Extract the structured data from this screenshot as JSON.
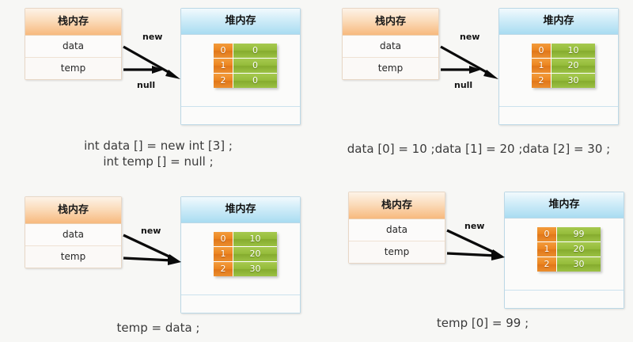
{
  "background_color": "#f7f7f5",
  "labels": {
    "stack_title": "栈内存",
    "heap_title": "堆内存",
    "var_data": "data",
    "var_temp": "temp",
    "arrow_new": "new",
    "arrow_null": "null"
  },
  "colors": {
    "stack_header": "#f7b97e",
    "heap_header": "#a9dcf1",
    "index_cell": "#ec8520",
    "value_cell": "#95bc3a",
    "arrow": "#0a0a0a"
  },
  "panels": [
    {
      "id": "panel-1",
      "stack": {
        "title": "栈内存",
        "rows": [
          {
            "name": "data"
          },
          {
            "name": "temp"
          }
        ]
      },
      "heap": {
        "title": "堆内存",
        "array": [
          {
            "index": "0",
            "value": "0"
          },
          {
            "index": "1",
            "value": "0"
          },
          {
            "index": "2",
            "value": "0"
          }
        ]
      },
      "arrows": [
        {
          "label": "new",
          "from": "data"
        },
        {
          "label": "null",
          "from": "temp"
        }
      ],
      "caption_lines": [
        "int data [] = new int [3] ;",
        "int temp [] = null ;"
      ]
    },
    {
      "id": "panel-2",
      "stack": {
        "title": "栈内存",
        "rows": [
          {
            "name": "data"
          },
          {
            "name": "temp"
          }
        ]
      },
      "heap": {
        "title": "堆内存",
        "array": [
          {
            "index": "0",
            "value": "10"
          },
          {
            "index": "1",
            "value": "20"
          },
          {
            "index": "2",
            "value": "30"
          }
        ]
      },
      "arrows": [
        {
          "label": "new",
          "from": "data"
        },
        {
          "label": "null",
          "from": "temp"
        }
      ],
      "caption_lines": [
        "data [0] = 10 ;data [1] = 20 ;data [2] = 30 ;"
      ]
    },
    {
      "id": "panel-3",
      "stack": {
        "title": "栈内存",
        "rows": [
          {
            "name": "data"
          },
          {
            "name": "temp"
          }
        ]
      },
      "heap": {
        "title": "堆内存",
        "array": [
          {
            "index": "0",
            "value": "10"
          },
          {
            "index": "1",
            "value": "20"
          },
          {
            "index": "2",
            "value": "30"
          }
        ]
      },
      "arrows": [
        {
          "label": "new",
          "from": "data"
        }
      ],
      "caption_lines": [
        "temp = data ;"
      ]
    },
    {
      "id": "panel-4",
      "stack": {
        "title": "栈内存",
        "rows": [
          {
            "name": "data"
          },
          {
            "name": "temp"
          }
        ]
      },
      "heap": {
        "title": "堆内存",
        "array": [
          {
            "index": "0",
            "value": "99"
          },
          {
            "index": "1",
            "value": "20"
          },
          {
            "index": "2",
            "value": "30"
          }
        ]
      },
      "arrows": [
        {
          "label": "new",
          "from": "data"
        }
      ],
      "caption_lines": [
        "temp [0] = 99 ;"
      ]
    }
  ]
}
